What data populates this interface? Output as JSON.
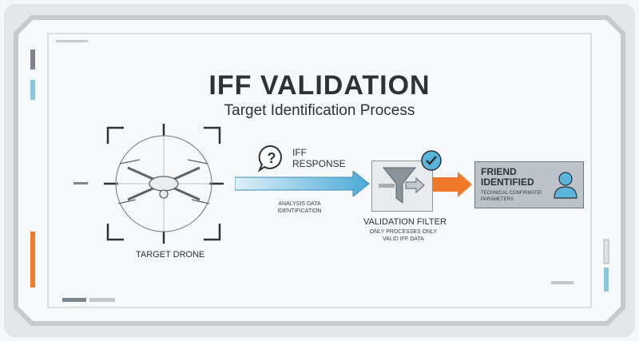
{
  "header": {
    "title": "IFF VALIDATION",
    "subtitle": "Target Identification Process"
  },
  "target": {
    "label": "TARGET DRONE"
  },
  "iff": {
    "label_line1": "IFF",
    "label_line2": "RESPONSE",
    "caption_line1": "ANALYSIS DATA",
    "caption_line2": "IDENTIFICATION",
    "icon": "question-bubble-icon"
  },
  "filter": {
    "label": "VALIDATION FILTER",
    "caption_line1": "ONLY PROCESSES ONLY",
    "caption_line2": "VALID IFF DATA",
    "icon": "funnel-icon",
    "badge": "check-icon"
  },
  "result": {
    "line1": "FRIEND",
    "line2": "IDENTIFIED",
    "caption_line1": "TECHNICAL CONFIRMATEI",
    "caption_line2": "PARAMETERS",
    "icon": "user-icon"
  },
  "colors": {
    "accent_blue": "#5ab4dc",
    "accent_orange": "#f07a2a",
    "frame": "#c9cfd4",
    "dark": "#2c3338"
  }
}
